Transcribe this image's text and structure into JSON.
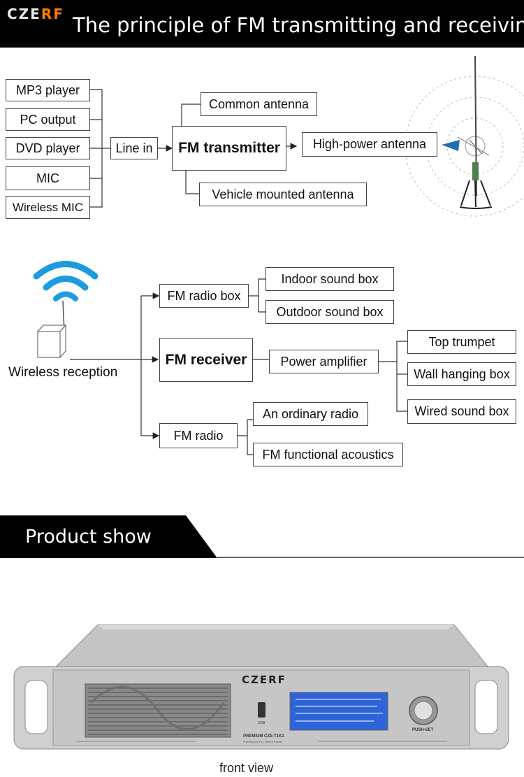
{
  "header": {
    "logo_prefix": "CZE",
    "logo_suffix": "RF",
    "title": "The principle of FM transmitting and receiving"
  },
  "transmit": {
    "sources": [
      "MP3 player",
      "PC output",
      "DVD player",
      "MIC",
      "Wireless MIC"
    ],
    "line_in": "Line in",
    "transmitter": "FM transmitter",
    "common_antenna": "Common antenna",
    "high_power_antenna": "High-power antenna",
    "vehicle_antenna": "Vehicle mounted antenna"
  },
  "receive": {
    "wireless_label": "Wireless reception",
    "radio_box": "FM radio box",
    "indoor_sound_box": "Indoor sound box",
    "outdoor_sound_box": "Outdoor sound box",
    "receiver": "FM receiver",
    "power_amplifier": "Power amplifier",
    "top_trumpet": "Top trumpet",
    "wall_hanging_box": "Wall hanging box",
    "wired_sound_box": "Wired sound box",
    "fm_radio": "FM radio",
    "ordinary_radio": "An ordinary radio",
    "functional_acoustics": "FM functional acoustics"
  },
  "product": {
    "section_title": "Product show",
    "brand": "CZERF",
    "model": "PREMIUM CZE-T1K1",
    "model_sub": "Professional PLL Stereo Exciter",
    "usb_label": "USB",
    "knob_label": "PUSH-SET",
    "caption": "front view"
  },
  "colors": {
    "logo_accent": "#ff7a00",
    "wifi_blue": "#1e9be0",
    "lcd_blue": "#2f63d8",
    "antenna_pointer": "#1f6fb5"
  }
}
